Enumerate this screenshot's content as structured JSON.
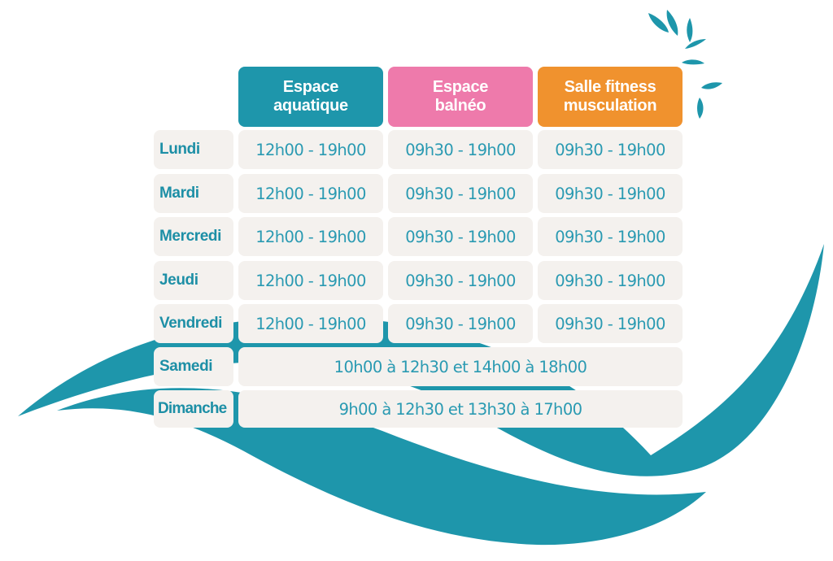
{
  "columns": [
    {
      "line1": "Espace",
      "line2": "aquatique",
      "color": "#1e96ab"
    },
    {
      "line1": "Espace",
      "line2": "balnéo",
      "color": "#ee7aab"
    },
    {
      "line1": "Salle fitness",
      "line2": "musculation",
      "color": "#f0922e"
    }
  ],
  "rows": [
    {
      "day": "Lundi",
      "slots": [
        "12h00 - 19h00",
        "09h30 - 19h00",
        "09h30 - 19h00"
      ]
    },
    {
      "day": "Mardi",
      "slots": [
        "12h00 - 19h00",
        "09h30 - 19h00",
        "09h30 - 19h00"
      ]
    },
    {
      "day": "Mercredi",
      "slots": [
        "12h00 - 19h00",
        "09h30 - 19h00",
        "09h30 - 19h00"
      ]
    },
    {
      "day": "Jeudi",
      "slots": [
        "12h00 - 19h00",
        "09h30 - 19h00",
        "09h30 - 19h00"
      ]
    },
    {
      "day": "Vendredi",
      "slots": [
        "12h00 - 19h00",
        "09h30 - 19h00",
        "09h30 - 19h00"
      ]
    }
  ],
  "weekend": [
    {
      "day": "Samedi",
      "hours": "10h00 à 12h30 et 14h00 à 18h00"
    },
    {
      "day": "Dimanche",
      "hours": "9h00 à 12h30 et 13h30 à 17h00"
    }
  ],
  "colors": {
    "teal": "#1e96ab",
    "cell_bg": "#f4f1ee",
    "day_text": "#1d8fa6",
    "slot_text": "#2a9ab2"
  }
}
